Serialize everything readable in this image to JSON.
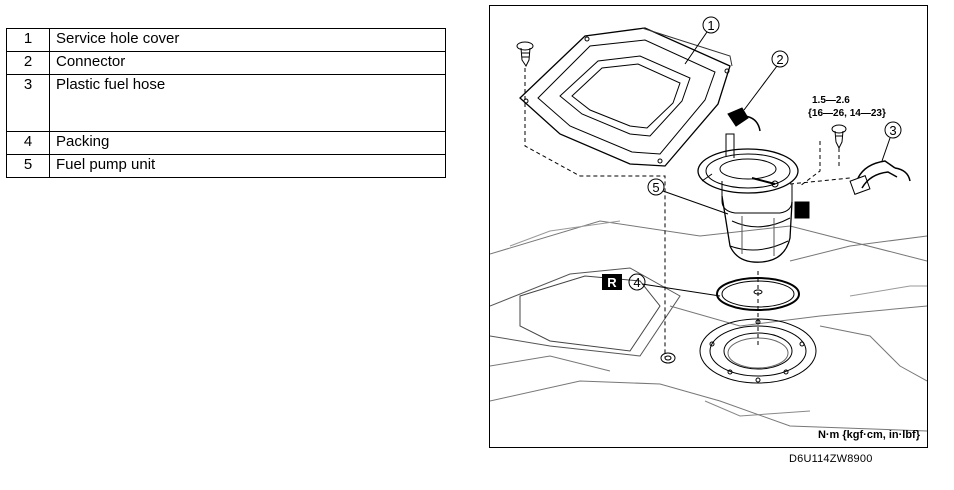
{
  "parts": [
    {
      "num": "1",
      "name": "Service hole cover"
    },
    {
      "num": "2",
      "name": "Connector"
    },
    {
      "num": "3",
      "name": "Plastic fuel hose"
    },
    {
      "num": "4",
      "name": "Packing"
    },
    {
      "num": "5",
      "name": "Fuel pump unit"
    }
  ],
  "figure": {
    "callouts": [
      "1",
      "2",
      "3",
      "4",
      "5"
    ],
    "torque_line1": "1.5—2.6",
    "torque_line2": "{16—26, 14—23}",
    "replace_badge": "R",
    "units": "N·m {kgf·cm, in·lbf}",
    "figure_id": "D6U114ZW8900"
  }
}
